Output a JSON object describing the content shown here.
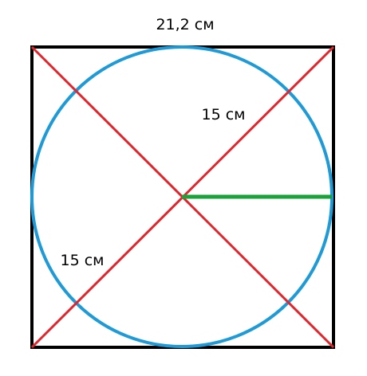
{
  "labels": {
    "top_side": "21,2 см",
    "upper_diagonal_segment": "15 см",
    "lower_diagonal_segment": "15 см"
  },
  "colors": {
    "square": "#000000",
    "circle": "#1e9ad6",
    "diagonals": "#e0262c",
    "radius": "#1aa33a"
  }
}
